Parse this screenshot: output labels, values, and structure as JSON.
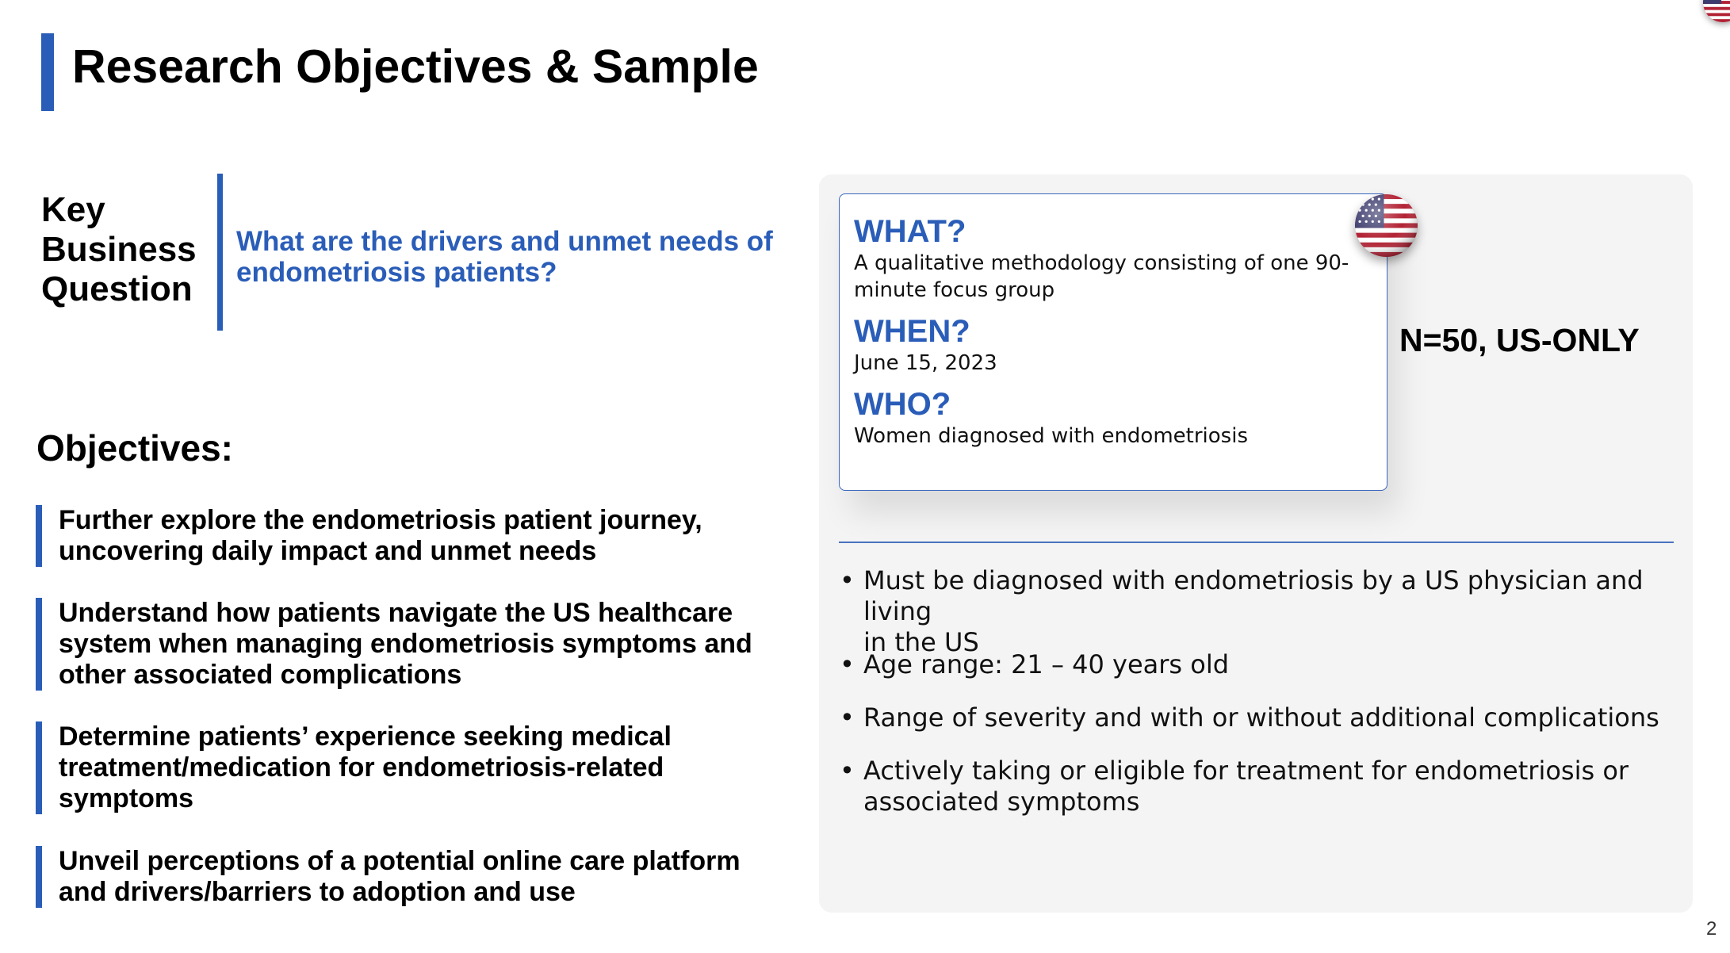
{
  "slide": {
    "title": "Research Objectives & Sample",
    "page_number": "2"
  },
  "key_business_question": {
    "label_lines": [
      "Key",
      "Business",
      "Question"
    ],
    "question": "What are the drivers and unmet needs of endometriosis patients?"
  },
  "objectives": {
    "heading": "Objectives:",
    "items": [
      {
        "lines": [
          "Further explore the endometriosis patient journey,",
          "uncovering daily impact and unmet needs"
        ]
      },
      {
        "lines": [
          "Understand how patients navigate the US healthcare",
          "system when managing endometriosis symptoms and",
          "other associated complications"
        ]
      },
      {
        "lines": [
          "Determine patients’ experience seeking medical",
          "treatment/medication for endometriosis-related",
          "symptoms"
        ]
      },
      {
        "lines": [
          "Unveil perceptions of a potential online care platform",
          "and drivers/barriers to adoption and use"
        ]
      }
    ]
  },
  "study_card": {
    "what_heading": "WHAT?",
    "what_text": "A qualitative methodology consisting of one 90-minute focus group",
    "when_heading": "WHEN?",
    "when_text": "June 15, 2023",
    "who_heading": "WHO?",
    "who_text": "Women diagnosed with endometriosis",
    "flag_icon": "us-flag-icon"
  },
  "sample": {
    "label": "N=50, US-ONLY"
  },
  "criteria": [
    {
      "lines": [
        "Must be diagnosed with endometriosis by a US physician and living",
        "in the US"
      ]
    },
    {
      "lines": [
        "Age range: 21 – 40 years old"
      ]
    },
    {
      "lines": [
        "Range of severity and with or without additional complications"
      ]
    },
    {
      "lines": [
        "Actively taking or eligible for treatment for endometriosis or",
        "associated symptoms"
      ]
    }
  ],
  "colors": {
    "accent_blue": "#2a5db8",
    "panel_gray": "#f4f4f5"
  }
}
